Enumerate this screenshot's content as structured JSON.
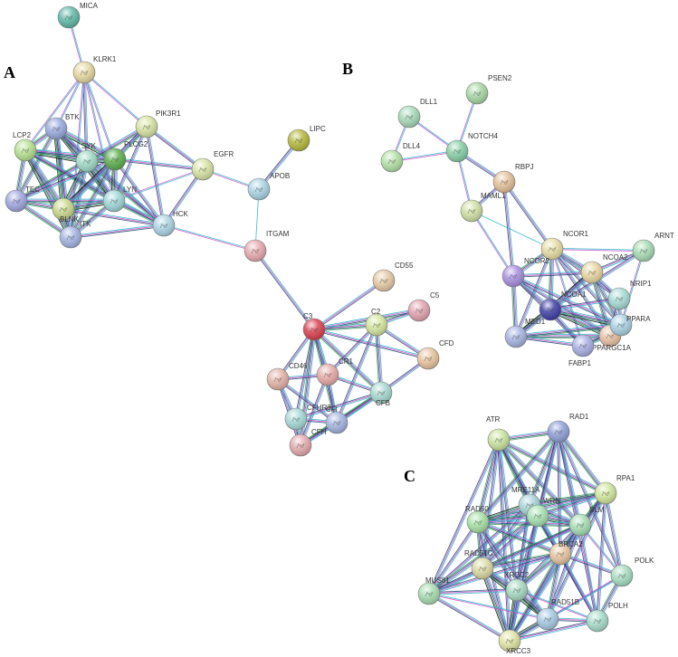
{
  "panels": [
    {
      "letter": "A"
    },
    {
      "letter": "B"
    },
    {
      "letter": "C"
    }
  ],
  "edge_colors": [
    "#2bb5c9",
    "#c64ec9",
    "#1e4a6e",
    "#3a9a5c",
    "#111111",
    "#8a8ae0"
  ],
  "nodes": {
    "MICA": {
      "label": "MICA",
      "color": "#5fb8a6",
      "panel": "A"
    },
    "KLRK1": {
      "label": "KLRK1",
      "color": "#e6d8a0",
      "panel": "A"
    },
    "BTK": {
      "label": "BTK",
      "color": "#9aa9de",
      "panel": "A"
    },
    "LCP2": {
      "label": "LCP2",
      "color": "#b6e08f",
      "panel": "A"
    },
    "SYK": {
      "label": "SYK",
      "color": "#9ed9c6",
      "panel": "A"
    },
    "PLCG2": {
      "label": "PLCG2",
      "color": "#5cae4e",
      "panel": "A"
    },
    "PIK3R1": {
      "label": "PIK3R1",
      "color": "#d6e3a2",
      "panel": "A"
    },
    "EGFR": {
      "label": "EGFR",
      "color": "#d6e3a2",
      "panel": "A"
    },
    "TEC": {
      "label": "TEC",
      "color": "#9fa6de",
      "panel": "A"
    },
    "BLNK": {
      "label": "BLNK",
      "color": "#c9d88a",
      "panel": "A"
    },
    "LYN": {
      "label": "LYN",
      "color": "#9ed6d6",
      "panel": "A"
    },
    "ITK": {
      "label": "ITK",
      "color": "#a3b3e3",
      "panel": "A"
    },
    "HCK": {
      "label": "HCK",
      "color": "#a9d4e3",
      "panel": "A"
    },
    "LIPC": {
      "label": "LIPC",
      "color": "#b5b83a",
      "panel": "A"
    },
    "APOB": {
      "label": "APOB",
      "color": "#a9d4e3",
      "panel": "A"
    },
    "ITGAM": {
      "label": "ITGAM",
      "color": "#e6a9ad",
      "panel": "A"
    },
    "CD55": {
      "label": "CD55",
      "color": "#e3c9a3",
      "panel": "A"
    },
    "C5": {
      "label": "C5",
      "color": "#e3a3b0",
      "panel": "A"
    },
    "C3": {
      "label": "C3",
      "color": "#d9404e",
      "panel": "A"
    },
    "C2": {
      "label": "C2",
      "color": "#d3e69c",
      "panel": "A"
    },
    "CFD": {
      "label": "CFD",
      "color": "#e8c49c",
      "panel": "A"
    },
    "CD46": {
      "label": "CD46",
      "color": "#e3b2a8",
      "panel": "A"
    },
    "CR1": {
      "label": "CR1",
      "color": "#e6aaa7",
      "panel": "A"
    },
    "CFB": {
      "label": "CFB",
      "color": "#a6d9d0",
      "panel": "A"
    },
    "CFHR3": {
      "label": "CFHR3",
      "color": "#a6d8d6",
      "panel": "A"
    },
    "CFI": {
      "label": "CFI",
      "color": "#a3b3df",
      "panel": "A"
    },
    "CFH": {
      "label": "CFH",
      "color": "#e3a9ad",
      "panel": "A"
    },
    "PSEN2": {
      "label": "PSEN2",
      "color": "#a6d8a3",
      "panel": "B"
    },
    "DLL1": {
      "label": "DLL1",
      "color": "#a6d9b6",
      "panel": "B"
    },
    "NOTCH4": {
      "label": "NOTCH4",
      "color": "#87cfa6",
      "panel": "B"
    },
    "DLL4": {
      "label": "DLL4",
      "color": "#b3e0a6",
      "panel": "B"
    },
    "RBPJ": {
      "label": "RBPJ",
      "color": "#e3c09a",
      "panel": "B"
    },
    "MAML1": {
      "label": "MAML1",
      "color": "#cfe0a3",
      "panel": "B"
    },
    "NCOR1": {
      "label": "NCOR1",
      "color": "#e6dca3",
      "panel": "B"
    },
    "ARNT": {
      "label": "ARNT",
      "color": "#a6dbb3",
      "panel": "B"
    },
    "NCOR2": {
      "label": "NCOR2",
      "color": "#a98fe0",
      "panel": "B"
    },
    "NCOA2": {
      "label": "NCOA2",
      "color": "#e6d6a0",
      "panel": "B"
    },
    "NRIP1": {
      "label": "NRIP1",
      "color": "#a6dcd3",
      "panel": "B"
    },
    "NCOA1": {
      "label": "NCOA1",
      "color": "#3e3ea6",
      "panel": "B"
    },
    "MED1": {
      "label": "MED1",
      "color": "#a6b3e0",
      "panel": "B"
    },
    "PPARGC1A": {
      "label": "PPARGC1A",
      "color": "#e8c0a3",
      "panel": "B"
    },
    "PPARA": {
      "label": "PPARA",
      "color": "#a9d0e3",
      "panel": "B"
    },
    "FABP1": {
      "label": "FABP1",
      "color": "#a9aee3",
      "panel": "B"
    },
    "ATR": {
      "label": "ATR",
      "color": "#c9e3a0",
      "panel": "C"
    },
    "RAD1": {
      "label": "RAD1",
      "color": "#8f9fd9",
      "panel": "C"
    },
    "RPA1": {
      "label": "RPA1",
      "color": "#cfe69c",
      "panel": "C"
    },
    "MRE11A": {
      "label": "MRE11A",
      "color": "#a6d3d6",
      "panel": "C"
    },
    "WRN": {
      "label": "WRN",
      "color": "#a6e0b0",
      "panel": "C"
    },
    "RAD50": {
      "label": "RAD50",
      "color": "#a6e0a3",
      "panel": "C"
    },
    "BLM": {
      "label": "BLM",
      "color": "#a6dcb3",
      "panel": "C"
    },
    "BRCA2": {
      "label": "BRCA2",
      "color": "#e6c49f",
      "panel": "C"
    },
    "RAD51C": {
      "label": "RAD51C",
      "color": "#d9d9a3",
      "panel": "C"
    },
    "XRCC2": {
      "label": "XRCC2",
      "color": "#a6d9c0",
      "panel": "C"
    },
    "MUS81": {
      "label": "MUS81",
      "color": "#a6dcb0",
      "panel": "C"
    },
    "POLK": {
      "label": "POLK",
      "color": "#a6dcc0",
      "panel": "C"
    },
    "RAD51B": {
      "label": "RAD51B",
      "color": "#a6c9e3",
      "panel": "C"
    },
    "POLH": {
      "label": "POLH",
      "color": "#a6dcc9",
      "panel": "C"
    },
    "XRCC3": {
      "label": "XRCC3",
      "color": "#e0e3a3",
      "panel": "C"
    }
  },
  "edges": [
    [
      "MICA",
      "KLRK1",
      2
    ],
    [
      "KLRK1",
      "BTK",
      2
    ],
    [
      "KLRK1",
      "LCP2",
      2
    ],
    [
      "KLRK1",
      "SYK",
      3
    ],
    [
      "KLRK1",
      "PLCG2",
      2
    ],
    [
      "KLRK1",
      "PIK3R1",
      2
    ],
    [
      "KLRK1",
      "LYN",
      2
    ],
    [
      "KLRK1",
      "ITK",
      2
    ],
    [
      "BTK",
      "LCP2",
      4
    ],
    [
      "BTK",
      "SYK",
      5
    ],
    [
      "BTK",
      "PLCG2",
      5
    ],
    [
      "BTK",
      "TEC",
      4
    ],
    [
      "BTK",
      "BLNK",
      5
    ],
    [
      "BTK",
      "LYN",
      5
    ],
    [
      "BTK",
      "ITK",
      4
    ],
    [
      "BTK",
      "HCK",
      3
    ],
    [
      "LCP2",
      "SYK",
      5
    ],
    [
      "LCP2",
      "PLCG2",
      4
    ],
    [
      "LCP2",
      "TEC",
      4
    ],
    [
      "LCP2",
      "BLNK",
      5
    ],
    [
      "LCP2",
      "LYN",
      4
    ],
    [
      "LCP2",
      "ITK",
      5
    ],
    [
      "LCP2",
      "HCK",
      3
    ],
    [
      "SYK",
      "PLCG2",
      5
    ],
    [
      "SYK",
      "PIK3R1",
      4
    ],
    [
      "SYK",
      "TEC",
      4
    ],
    [
      "SYK",
      "BLNK",
      5
    ],
    [
      "SYK",
      "LYN",
      5
    ],
    [
      "SYK",
      "ITK",
      4
    ],
    [
      "SYK",
      "HCK",
      4
    ],
    [
      "PLCG2",
      "PIK3R1",
      4
    ],
    [
      "PLCG2",
      "EGFR",
      3
    ],
    [
      "PLCG2",
      "TEC",
      3
    ],
    [
      "PLCG2",
      "BLNK",
      5
    ],
    [
      "PLCG2",
      "LYN",
      5
    ],
    [
      "PLCG2",
      "ITK",
      4
    ],
    [
      "PLCG2",
      "HCK",
      3
    ],
    [
      "PIK3R1",
      "EGFR",
      3
    ],
    [
      "PIK3R1",
      "LYN",
      3
    ],
    [
      "PIK3R1",
      "HCK",
      3
    ],
    [
      "PIK3R1",
      "BLNK",
      3
    ],
    [
      "EGFR",
      "APOB",
      2
    ],
    [
      "EGFR",
      "HCK",
      3
    ],
    [
      "EGFR",
      "LYN",
      2
    ],
    [
      "TEC",
      "BLNK",
      4
    ],
    [
      "TEC",
      "LYN",
      4
    ],
    [
      "TEC",
      "ITK",
      4
    ],
    [
      "BLNK",
      "LYN",
      5
    ],
    [
      "BLNK",
      "ITK",
      4
    ],
    [
      "BLNK",
      "HCK",
      3
    ],
    [
      "LYN",
      "ITK",
      4
    ],
    [
      "LYN",
      "HCK",
      4
    ],
    [
      "ITK",
      "HCK",
      3
    ],
    [
      "HCK",
      "ITGAM",
      2
    ],
    [
      "LIPC",
      "APOB",
      3
    ],
    [
      "APOB",
      "ITGAM",
      1
    ],
    [
      "ITGAM",
      "C3",
      3
    ],
    [
      "C3",
      "CD55",
      3
    ],
    [
      "C3",
      "C5",
      4
    ],
    [
      "C3",
      "C2",
      4
    ],
    [
      "C3",
      "CFD",
      3
    ],
    [
      "C3",
      "CD46",
      3
    ],
    [
      "C3",
      "CR1",
      4
    ],
    [
      "C3",
      "CFB",
      4
    ],
    [
      "C3",
      "CFHR3",
      3
    ],
    [
      "C3",
      "CFI",
      4
    ],
    [
      "C3",
      "CFH",
      4
    ],
    [
      "C5",
      "C2",
      3
    ],
    [
      "C2",
      "CFB",
      4
    ],
    [
      "C2",
      "CR1",
      3
    ],
    [
      "C2",
      "CFI",
      3
    ],
    [
      "C2",
      "CFD",
      3
    ],
    [
      "CFD",
      "CFB",
      3
    ],
    [
      "CD46",
      "CR1",
      3
    ],
    [
      "CD46",
      "CFHR3",
      3
    ],
    [
      "CD46",
      "CFI",
      3
    ],
    [
      "CD46",
      "CFH",
      3
    ],
    [
      "CR1",
      "CFB",
      3
    ],
    [
      "CR1",
      "CFI",
      3
    ],
    [
      "CR1",
      "CFH",
      3
    ],
    [
      "CFB",
      "CFI",
      4
    ],
    [
      "CFB",
      "CFH",
      4
    ],
    [
      "CFB",
      "CFHR3",
      3
    ],
    [
      "CFHR3",
      "CFI",
      3
    ],
    [
      "CFHR3",
      "CFH",
      3
    ],
    [
      "CFI",
      "CFH",
      4
    ],
    [
      "PSEN2",
      "NOTCH4",
      2
    ],
    [
      "DLL1",
      "DLL4",
      2
    ],
    [
      "DLL1",
      "NOTCH4",
      2
    ],
    [
      "DLL4",
      "NOTCH4",
      2
    ],
    [
      "NOTCH4",
      "RBPJ",
      3
    ],
    [
      "NOTCH4",
      "MAML1",
      2
    ],
    [
      "RBPJ",
      "MAML1",
      3
    ],
    [
      "RBPJ",
      "NCOR1",
      3
    ],
    [
      "RBPJ",
      "NCOR2",
      3
    ],
    [
      "MAML1",
      "NCOR2",
      2
    ],
    [
      "MAML1",
      "NCOR1",
      1
    ],
    [
      "NCOR1",
      "NCOR2",
      4
    ],
    [
      "NCOR1",
      "NCOA2",
      4
    ],
    [
      "NCOR1",
      "NCOA1",
      4
    ],
    [
      "NCOR1",
      "ARNT",
      2
    ],
    [
      "NCOR1",
      "NRIP1",
      3
    ],
    [
      "NCOR1",
      "MED1",
      3
    ],
    [
      "NCOR1",
      "PPARGC1A",
      3
    ],
    [
      "NCOR1",
      "PPARA",
      3
    ],
    [
      "NCOR1",
      "FABP1",
      2
    ],
    [
      "ARNT",
      "NCOA2",
      3
    ],
    [
      "ARNT",
      "NCOA1",
      3
    ],
    [
      "ARNT",
      "PPARA",
      2
    ],
    [
      "NCOR2",
      "NCOA1",
      4
    ],
    [
      "NCOR2",
      "MED1",
      4
    ],
    [
      "NCOR2",
      "NCOA2",
      3
    ],
    [
      "NCOR2",
      "PPARGC1A",
      3
    ],
    [
      "NCOR2",
      "FABP1",
      3
    ],
    [
      "NCOR2",
      "PPARA",
      3
    ],
    [
      "NCOA2",
      "NCOA1",
      5
    ],
    [
      "NCOA2",
      "NRIP1",
      3
    ],
    [
      "NCOA2",
      "PPARGC1A",
      4
    ],
    [
      "NCOA2",
      "PPARA",
      4
    ],
    [
      "NCOA2",
      "MED1",
      3
    ],
    [
      "NRIP1",
      "NCOA1",
      3
    ],
    [
      "NRIP1",
      "PPARA",
      3
    ],
    [
      "NRIP1",
      "PPARGC1A",
      3
    ],
    [
      "NCOA1",
      "MED1",
      5
    ],
    [
      "NCOA1",
      "PPARGC1A",
      5
    ],
    [
      "NCOA1",
      "PPARA",
      5
    ],
    [
      "NCOA1",
      "FABP1",
      3
    ],
    [
      "MED1",
      "PPARGC1A",
      4
    ],
    [
      "MED1",
      "FABP1",
      3
    ],
    [
      "MED1",
      "PPARA",
      4
    ],
    [
      "PPARGC1A",
      "PPARA",
      5
    ],
    [
      "PPARGC1A",
      "FABP1",
      3
    ],
    [
      "FABP1",
      "PPARA",
      4
    ],
    [
      "ATR",
      "RAD1",
      4
    ],
    [
      "ATR",
      "RPA1",
      4
    ],
    [
      "ATR",
      "MRE11A",
      4
    ],
    [
      "ATR",
      "WRN",
      4
    ],
    [
      "ATR",
      "RAD50",
      4
    ],
    [
      "ATR",
      "BLM",
      4
    ],
    [
      "ATR",
      "BRCA2",
      3
    ],
    [
      "ATR",
      "RAD51C",
      3
    ],
    [
      "ATR",
      "XRCC2",
      3
    ],
    [
      "ATR",
      "MUS81",
      3
    ],
    [
      "ATR",
      "XRCC3",
      3
    ],
    [
      "RAD1",
      "RPA1",
      4
    ],
    [
      "RAD1",
      "MRE11A",
      4
    ],
    [
      "RAD1",
      "WRN",
      3
    ],
    [
      "RAD1",
      "RAD50",
      4
    ],
    [
      "RAD1",
      "BLM",
      3
    ],
    [
      "RAD1",
      "BRCA2",
      3
    ],
    [
      "RAD1",
      "POLK",
      3
    ],
    [
      "RAD1",
      "POLH",
      3
    ],
    [
      "RAD1",
      "XRCC3",
      3
    ],
    [
      "RPA1",
      "MRE11A",
      4
    ],
    [
      "RPA1",
      "WRN",
      4
    ],
    [
      "RPA1",
      "RAD50",
      4
    ],
    [
      "RPA1",
      "BLM",
      4
    ],
    [
      "RPA1",
      "BRCA2",
      4
    ],
    [
      "RPA1",
      "POLK",
      3
    ],
    [
      "RPA1",
      "POLH",
      3
    ],
    [
      "RPA1",
      "RAD51B",
      3
    ],
    [
      "RPA1",
      "XRCC3",
      3
    ],
    [
      "MRE11A",
      "WRN",
      4
    ],
    [
      "MRE11A",
      "RAD50",
      5
    ],
    [
      "MRE11A",
      "BLM",
      4
    ],
    [
      "MRE11A",
      "BRCA2",
      4
    ],
    [
      "MRE11A",
      "RAD51C",
      3
    ],
    [
      "MRE11A",
      "XRCC2",
      3
    ],
    [
      "MRE11A",
      "MUS81",
      3
    ],
    [
      "MRE11A",
      "XRCC3",
      3
    ],
    [
      "WRN",
      "RAD50",
      4
    ],
    [
      "WRN",
      "BLM",
      5
    ],
    [
      "WRN",
      "BRCA2",
      3
    ],
    [
      "WRN",
      "RAD51C",
      3
    ],
    [
      "WRN",
      "XRCC2",
      3
    ],
    [
      "WRN",
      "MUS81",
      4
    ],
    [
      "WRN",
      "POLH",
      3
    ],
    [
      "WRN",
      "XRCC3",
      3
    ],
    [
      "RAD50",
      "BLM",
      4
    ],
    [
      "RAD50",
      "BRCA2",
      4
    ],
    [
      "RAD50",
      "RAD51C",
      4
    ],
    [
      "RAD50",
      "XRCC2",
      3
    ],
    [
      "RAD50",
      "MUS81",
      3
    ],
    [
      "RAD50",
      "XRCC3",
      3
    ],
    [
      "RAD50",
      "RAD51B",
      3
    ],
    [
      "BLM",
      "BRCA2",
      4
    ],
    [
      "BLM",
      "RAD51C",
      3
    ],
    [
      "BLM",
      "XRCC2",
      3
    ],
    [
      "BLM",
      "MUS81",
      4
    ],
    [
      "BLM",
      "RAD51B",
      3
    ],
    [
      "BLM",
      "XRCC3",
      3
    ],
    [
      "BLM",
      "POLK",
      2
    ],
    [
      "BLM",
      "POLH",
      2
    ],
    [
      "BRCA2",
      "RAD51C",
      4
    ],
    [
      "BRCA2",
      "XRCC2",
      4
    ],
    [
      "BRCA2",
      "RAD51B",
      4
    ],
    [
      "BRCA2",
      "XRCC3",
      4
    ],
    [
      "BRCA2",
      "POLK",
      3
    ],
    [
      "BRCA2",
      "POLH",
      3
    ],
    [
      "BRCA2",
      "MUS81",
      3
    ],
    [
      "RAD51C",
      "XRCC2",
      5
    ],
    [
      "RAD51C",
      "RAD51B",
      5
    ],
    [
      "RAD51C",
      "XRCC3",
      5
    ],
    [
      "RAD51C",
      "MUS81",
      3
    ],
    [
      "XRCC2",
      "RAD51B",
      5
    ],
    [
      "XRCC2",
      "XRCC3",
      5
    ],
    [
      "XRCC2",
      "MUS81",
      3
    ],
    [
      "XRCC2",
      "POLH",
      2
    ],
    [
      "MUS81",
      "XRCC3",
      3
    ],
    [
      "MUS81",
      "RAD51B",
      2
    ],
    [
      "POLK",
      "POLH",
      4
    ],
    [
      "POLK",
      "RAD51B",
      2
    ],
    [
      "POLK",
      "XRCC3",
      2
    ],
    [
      "RAD51B",
      "XRCC3",
      5
    ],
    [
      "RAD51B",
      "POLH",
      3
    ],
    [
      "POLH",
      "XRCC3",
      3
    ]
  ]
}
